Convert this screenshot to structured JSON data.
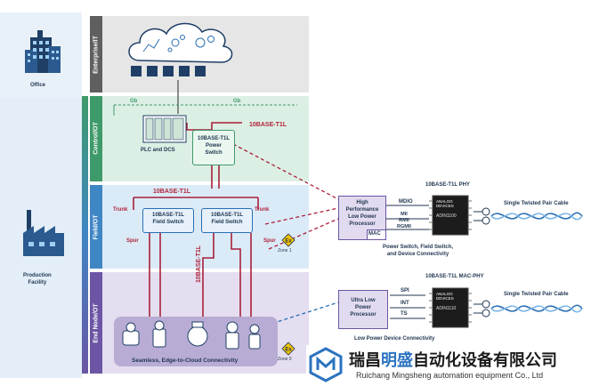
{
  "left": {
    "office": "Office",
    "production": "Production\nFacility"
  },
  "bands": {
    "enterprise": "Enterprise/IT",
    "control": "Control/OT",
    "field": "Field/OT",
    "endnode": "End Node/OT"
  },
  "diagram": {
    "gb_left": "Gb",
    "gb_right": "Gb",
    "tl_top": "10BASE-T1L",
    "plc": "PLC and DCS",
    "power_switch": "10BASE-T1L\nPower\nSwitch",
    "tl_field": "10BASE-T1L",
    "trunk_left": "Trunk",
    "trunk_right": "Trunk",
    "field_switch_1": "10BASE-T1L\nField Switch",
    "field_switch_2": "10BASE-T1L\nField Switch",
    "spur_left": "Spur",
    "spur_right": "Spur",
    "zone1": "Zone 1",
    "zone0": "Zone 0",
    "tl_vertical": "10BASE-T1L",
    "bottom_caption": "Seamless, Edge-to-Cloud Connectivity"
  },
  "phy": {
    "title": "10BASE-T1L PHY",
    "processor": "High\nPerformance\nLow Power\nProcessor",
    "mac": "MAC",
    "mdio": "MDIO",
    "mii": "MII\nRMII\nRGMII",
    "chip_brand": "ANALOG\nDEVICES",
    "chip_part": "ADIN1100",
    "cable": "Single Twisted Pair Cable",
    "caption": "Power Switch, Field Switch,\nand Device Connectivity"
  },
  "macphy": {
    "title": "10BASE-T1L MAC-PHY",
    "processor": "Ultra Low\nPower\nProcessor",
    "spi": "SPI",
    "int": "INT",
    "ts": "TS",
    "chip_brand": "ANALOG\nDEVICES",
    "chip_part": "ADIN1110",
    "cable": "Single Twisted Pair Cable",
    "caption": "Low Power Device Connectivity"
  },
  "watermark": {
    "cn_1": "瑞昌",
    "cn_2": "明盛",
    "cn_3": "自动化设备有限公司",
    "en": "Ruichang Mingsheng automation equipment Co., Ltd"
  },
  "colors": {
    "enterprise_band": "#5f5f5f",
    "control_band": "#3e9a6a",
    "field_band": "#3f86c4",
    "endnode_band": "#6b55a4",
    "link_red": "#a8203a",
    "link_blue": "#2a6fb3",
    "brand_blue": "#2b73c0"
  }
}
